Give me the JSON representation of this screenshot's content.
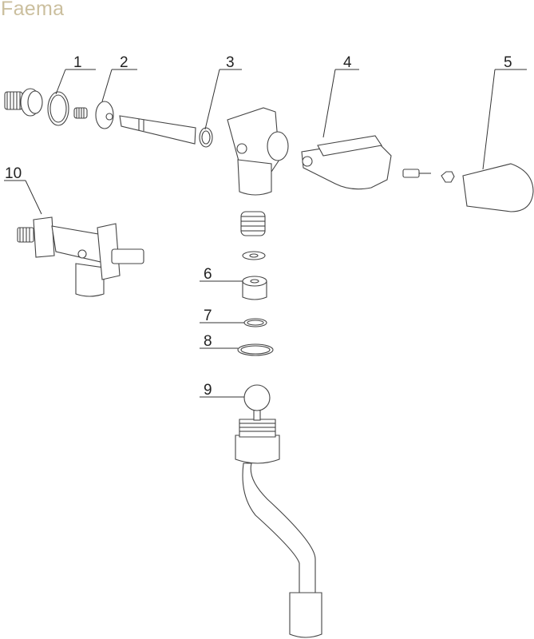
{
  "brand": "Faema",
  "diagram": {
    "type": "exploded-parts",
    "callouts": [
      "1",
      "2",
      "3",
      "4",
      "5",
      "6",
      "7",
      "8",
      "9",
      "10"
    ]
  }
}
